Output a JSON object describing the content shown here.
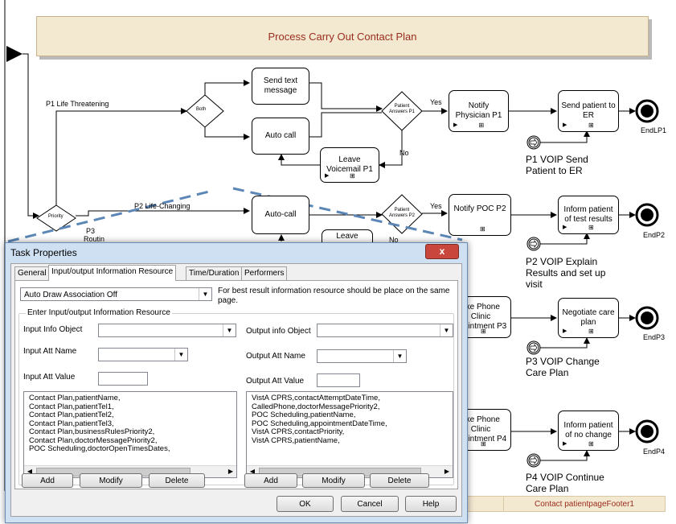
{
  "diagram": {
    "pool_title": "Process Carry Out Contact Plan",
    "gateways": {
      "both": "Both",
      "priority": "Priority",
      "patient_answers_p1": "Patient Answers P1",
      "patient_answers_p2": "Patient Answers P2"
    },
    "tasks": {
      "send_text": "Send text message",
      "auto_call_p1": "Auto call",
      "leave_voicemail_p1": "Leave Voicemail P1",
      "notify_physician_p1": "Notify Physician P1",
      "send_patient_er": "Send patient to ER",
      "auto_call_p2": "Auto-call",
      "leave_p2": "Leave",
      "notify_poc_p2": "Notify POC P2",
      "inform_test_results": "Inform patient of test results",
      "make_phone_p3": "ake Phone Clinic ppointment P3",
      "negotiate_care": "Negotiate care plan",
      "make_phone_p4": "ake Phone Clinic ppointment P4",
      "inform_no_change": "Inform patient of no change"
    },
    "flow_labels": {
      "p1_life": "P1 Life Threatening",
      "p2_life": "P2 Life-Changing",
      "p3_routine_1": "P3",
      "p3_routine_2": "Routin",
      "yes1": "Yes",
      "no1": "No",
      "yes2": "Yes",
      "no2": "No"
    },
    "end_events": {
      "p1": "EndLP1",
      "p2": "EndP2",
      "p3": "EndP3",
      "p4": "EndP4"
    },
    "voip_labels": {
      "p1": "P1 VOIP Send Patient to ER",
      "p2": "P2 VOIP Explain Results and set up visit",
      "p3": "P3 VOIP Change Care Plan",
      "p4": "P4 VOIP Continue Care Plan"
    },
    "footer": {
      "right": "Contact patientpageFooter1"
    }
  },
  "dialog": {
    "title": "Task Properties",
    "close_label": "x",
    "tabs": [
      "General",
      "Input/output Information Resource",
      "Time/Duration",
      "Performers"
    ],
    "active_tab": 1,
    "auto_draw": "Auto Draw Association Off",
    "note": "For best result information resource should be place on the same page.",
    "group_title": "Enter Input/output Information Resource",
    "input_info_object_label": "Input Info Object",
    "output_info_object_label": "Output info Object",
    "input_att_name_label": "Input Att Name",
    "output_att_name_label": "Output Att Name",
    "input_att_value_label": "Input Att Value",
    "output_att_value_label": "Output Att Value",
    "input_list": [
      "Contact Plan,patientName,",
      "Contact Plan,patientTel1,",
      "Contact Plan,patientTel2,",
      "Contact Plan,patientTel3,",
      "Contact Plan,businessRulesPriority2,",
      "Contact Plan,doctorMessagePriority2,",
      "POC Scheduling,doctorOpenTimesDates,"
    ],
    "output_list": [
      "VistA CPRS,contactAttemptDateTime,",
      "CalledPhone,doctorMessagePriority2,",
      "POC Scheduling,patientName,",
      "POC Scheduling,appointmentDateTime,",
      "VistA CPRS,contactPriority,",
      "VistA CPRS,patientName,"
    ],
    "buttons": {
      "add": "Add",
      "modify": "Modify",
      "delete": "Delete",
      "ok": "OK",
      "cancel": "Cancel",
      "help": "Help"
    }
  }
}
